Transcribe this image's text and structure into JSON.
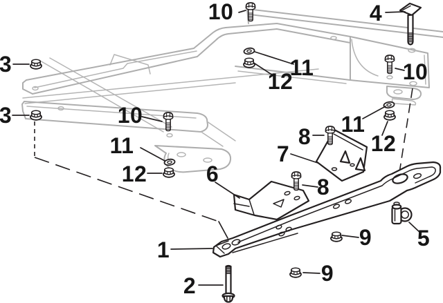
{
  "diagram": {
    "type": "exploded-parts-diagram",
    "colors": {
      "part_line": "#231f20",
      "frame_line": "#adadad",
      "label": "#161616",
      "background": "#ffffff"
    },
    "callouts": [
      {
        "id": "callout-10-top",
        "label": "10",
        "points_to": "hex-bolt"
      },
      {
        "id": "callout-4",
        "label": "4",
        "points_to": "t-head-long-bolt"
      },
      {
        "id": "callout-3-upper",
        "label": "3",
        "points_to": "flange-nut"
      },
      {
        "id": "callout-3-lower",
        "label": "3",
        "points_to": "flange-nut"
      },
      {
        "id": "callout-10-left",
        "label": "10",
        "points_to": "hex-bolt"
      },
      {
        "id": "callout-11-left",
        "label": "11",
        "points_to": "washer"
      },
      {
        "id": "callout-12-left",
        "label": "12",
        "points_to": "flange-nut"
      },
      {
        "id": "callout-11-center",
        "label": "11",
        "points_to": "washer"
      },
      {
        "id": "callout-12-center",
        "label": "12",
        "points_to": "flange-nut"
      },
      {
        "id": "callout-10-right",
        "label": "10",
        "points_to": "hex-bolt"
      },
      {
        "id": "callout-11-right",
        "label": "11",
        "points_to": "washer"
      },
      {
        "id": "callout-12-right",
        "label": "12",
        "points_to": "flange-nut"
      },
      {
        "id": "callout-8-upper",
        "label": "8",
        "points_to": "hex-bolt"
      },
      {
        "id": "callout-7",
        "label": "7",
        "points_to": "angle-bracket"
      },
      {
        "id": "callout-6",
        "label": "6",
        "points_to": "z-bracket"
      },
      {
        "id": "callout-8-lower",
        "label": "8",
        "points_to": "hex-bolt"
      },
      {
        "id": "callout-1",
        "label": "1",
        "points_to": "crossmember"
      },
      {
        "id": "callout-2",
        "label": "2",
        "points_to": "long-hex-bolt"
      },
      {
        "id": "callout-9-upper",
        "label": "9",
        "points_to": "flange-nut"
      },
      {
        "id": "callout-9-lower",
        "label": "9",
        "points_to": "flange-nut"
      },
      {
        "id": "callout-5",
        "label": "5",
        "points_to": "retainer-clip"
      }
    ]
  }
}
